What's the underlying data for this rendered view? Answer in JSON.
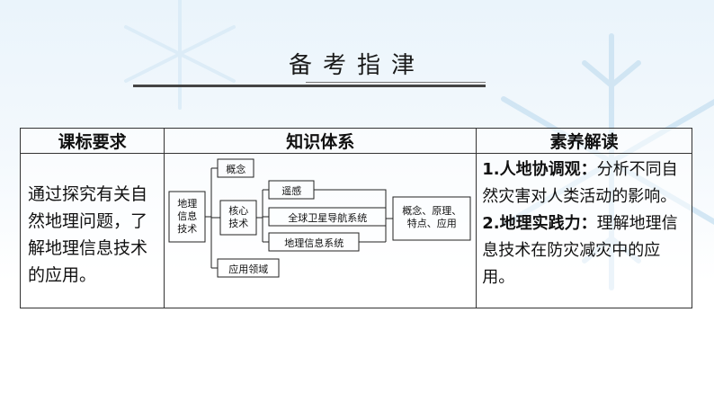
{
  "title": "备考指津",
  "table": {
    "headers": [
      "课标要求",
      "知识体系",
      "素养解读"
    ],
    "requirement": "通过探究有关自然地理问题，了解地理信息技术的应用。",
    "knowledge": {
      "root": [
        "地理",
        "信息",
        "技术"
      ],
      "concept": "概念",
      "core": [
        "核心",
        "技术"
      ],
      "application_field": "应用领域",
      "techs": [
        "遥感",
        "全球卫星导航系统",
        "地理信息系统"
      ],
      "summary": [
        "概念、原理、",
        "特点、应用"
      ]
    },
    "interpretation": [
      {
        "lead": "1.人地协调观：",
        "text": "分析不同自然灾害对人类活动的影响。"
      },
      {
        "lead": "2.地理实践力：",
        "text": "理解地理信息技术在防灾减灾中的应用。"
      }
    ]
  }
}
